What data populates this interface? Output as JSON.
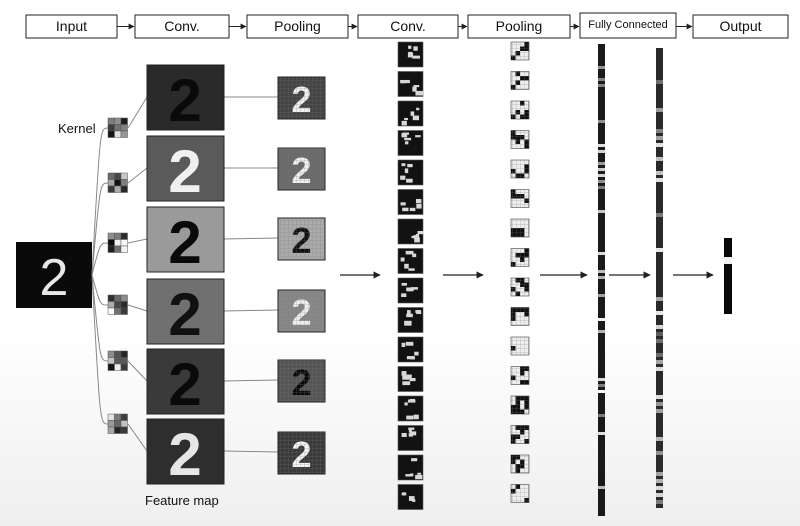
{
  "pipeline": {
    "stages": [
      {
        "label": "Input"
      },
      {
        "label": "Conv."
      },
      {
        "label": "Pooling"
      },
      {
        "label": "Conv."
      },
      {
        "label": "Pooling"
      },
      {
        "label": "Fully Connected"
      },
      {
        "label": "Output"
      }
    ]
  },
  "annotations": {
    "kernel": "Kernel",
    "feature_map": "Feature map"
  },
  "figure": {
    "digit": "2",
    "feature_map_count": 6,
    "conv2_map_count": 16,
    "pool2_map_count": 16
  },
  "colors": {
    "line": "#333333",
    "stage_box_border": "#222222",
    "map_dark": "#111111",
    "map_light": "#dcdcdc"
  }
}
